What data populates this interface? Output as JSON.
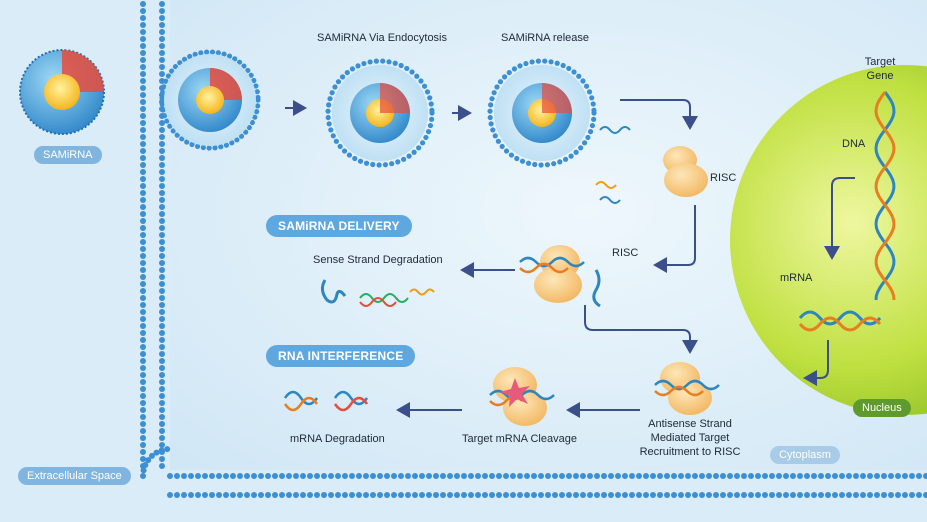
{
  "labels": {
    "samirna": "SAMiRNA",
    "via_endocytosis": "SAMiRNA Via Endocytosis",
    "release": "SAMiRNA release",
    "risc_top": "RISC",
    "risc_mid": "RISC",
    "target_gene_line1": "Target",
    "target_gene_line2": "Gene",
    "dna": "DNA",
    "mrna": "mRNA",
    "nucleus": "Nucleus",
    "cytoplasm": "Cytoplasm",
    "extracellular_space": "Extracellular Space",
    "samirna_delivery": "SAMiRNA DELIVERY",
    "sense_strand_degradation": "Sense Strand Degradation",
    "rna_interference": "RNA INTERFERENCE",
    "mrna_degradation": "mRNA Degradation",
    "target_mrna_cleavage": "Target mRNA Cleavage",
    "antisense_line1": "Antisense Strand",
    "antisense_line2": "Mediated Target",
    "antisense_line3": "Recruitment to RISC"
  },
  "colors": {
    "background": "#d9ecf7",
    "membrane": "#3d8fd4",
    "nucleus": "#b6dd3c",
    "arrow": "#3b4f8a",
    "section_pill": "#5ea8df",
    "nucleus_pill": "#5f9a2c",
    "risc": "#f6c77a"
  }
}
